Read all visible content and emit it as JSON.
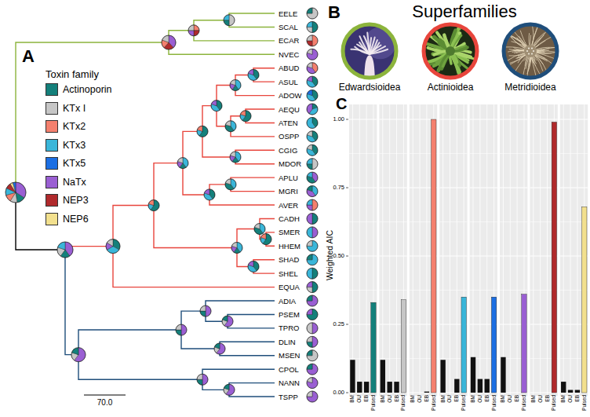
{
  "diagram": {
    "nodes": [
      {
        "text": [
          "Edwardsioidea"
        ]
      },
      {
        "text": [
          "Actinioidea"
        ]
      },
      {
        "text": [
          "Metridioidea"
        ]
      }
    ],
    "labels": [
      "A",
      "Toxin family",
      "EELE",
      "SCAL",
      "ECAR",
      "NVEC",
      "ABUD",
      "ASUL",
      "ADOW",
      "AEQU",
      "ATEN",
      "OSPP",
      "CGIG",
      "MDOR",
      "APLU",
      "MGRI",
      "AVER",
      "CADH",
      "SMER",
      "HHEM",
      "SHAD",
      "SHEL",
      "EQUA",
      "ADIA",
      "PSEM",
      "TPRO",
      "DLIN",
      "MSEN",
      "CPOL",
      "NANN",
      "TSPP",
      "70.0",
      "B",
      "Superfamilies",
      "C",
      "Weighted AIC",
      "1.00",
      "0.75",
      "0.50",
      "0.25",
      "0.00",
      "BM",
      "OU",
      "EB",
      "Pulsed",
      "BM",
      "OU",
      "EB",
      "Pulsed",
      "BM",
      "OU",
      "EB",
      "Pulsed",
      "BM",
      "OU",
      "EB",
      "Pulsed",
      "BM",
      "OU",
      "EB",
      "Pulsed",
      "BM",
      "OU",
      "EB",
      "Pulsed",
      "BM",
      "OU",
      "EB",
      "Pulsed",
      "BM",
      "OU",
      "EB",
      "Pulsed"
    ],
    "legend": [
      {
        "text": "Actinoporin",
        "color": "#14807b"
      },
      {
        "text": "KTx I",
        "color": "#c6c6c6"
      },
      {
        "text": "KTx2",
        "color": "#f4806e"
      },
      {
        "text": "KTx3",
        "color": "#3ab6d9"
      },
      {
        "text": "KTx5",
        "color": "#1c6fe3"
      },
      {
        "text": "NaTx",
        "color": "#9a5fd3"
      },
      {
        "text": "NEP3",
        "color": "#b02a2c"
      },
      {
        "text": "NEP6",
        "color": "#f2e08e"
      }
    ]
  }
}
